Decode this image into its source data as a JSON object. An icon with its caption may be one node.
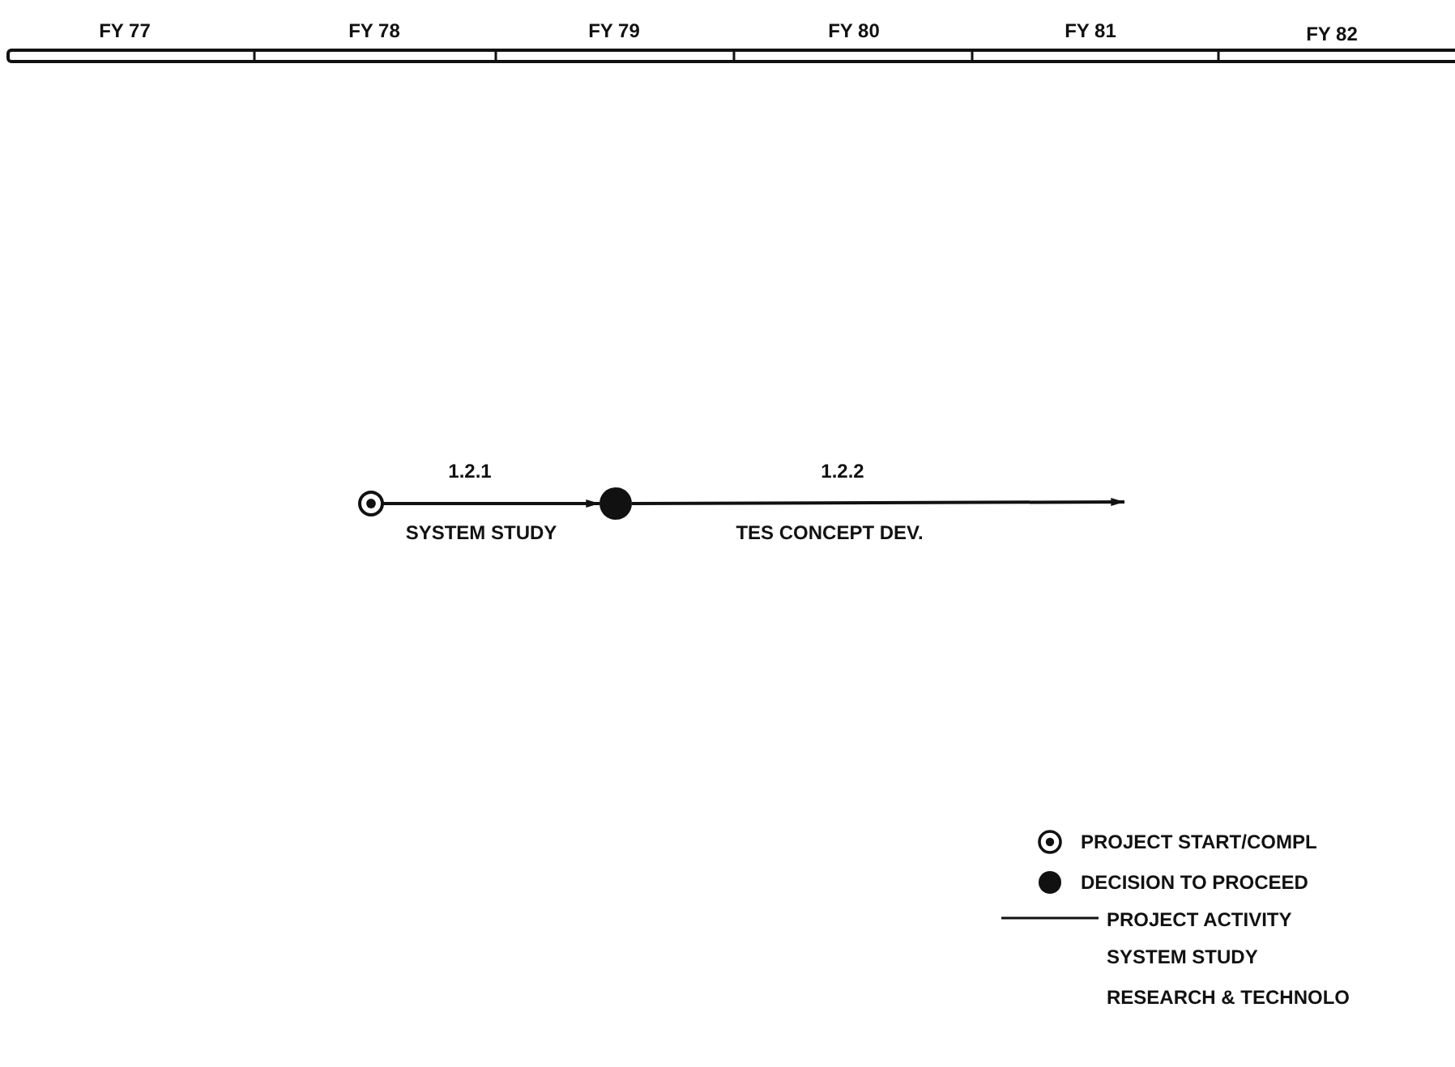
{
  "diagram": {
    "nodes": [
      {
        "text": [],
        "shape": "circle"
      },
      {
        "text": [],
        "shape": "circle"
      }
    ],
    "edges": [
      {
        "from": 0,
        "to": 1,
        "arrow": "to",
        "label": "1.2.1"
      },
      {
        "from": 1,
        "to": null,
        "arrow": "to",
        "label": "1.2.2"
      }
    ],
    "labels": [
      "FY 77",
      "FY 78",
      "FY 79",
      "FY 80",
      "FY 81",
      "FY 82",
      "SYSTEM STUDY",
      "TES CONCEPT DEV."
    ],
    "legend": [
      {
        "text": "PROJECT START/COMPL"
      },
      {
        "text": "DECISION TO PROCEED"
      },
      {
        "text": "PROJECT ACTIVITY"
      },
      {
        "text": "SYSTEM STUDY"
      },
      {
        "text": "RESEARCH & TECHNOLO"
      }
    ]
  }
}
